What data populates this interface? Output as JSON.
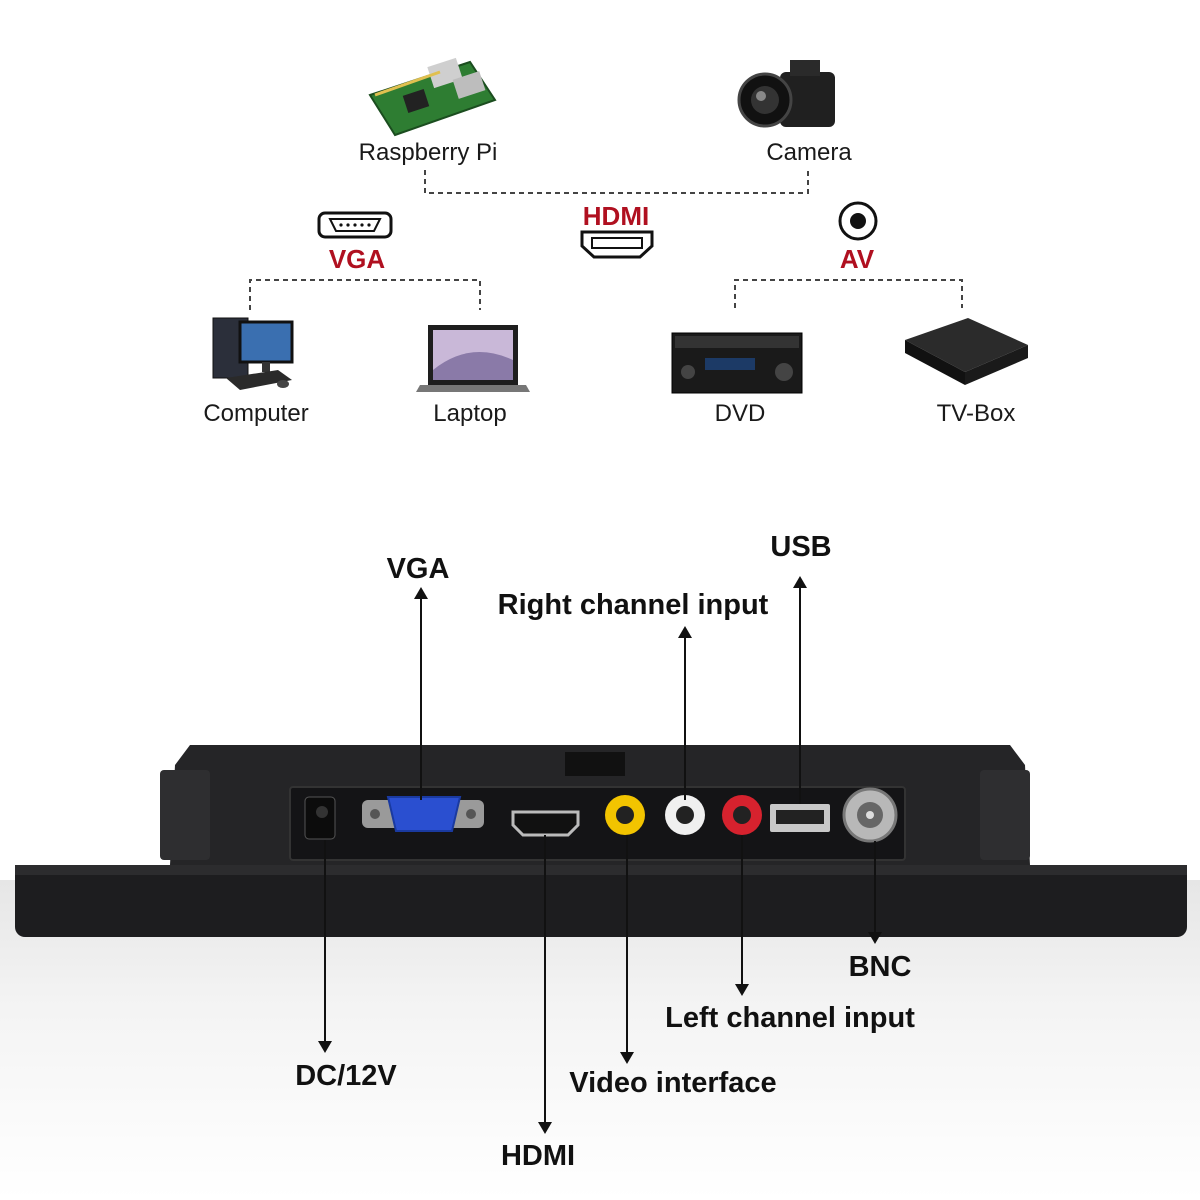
{
  "top": {
    "hdmi_sources": [
      "Raspberry Pi",
      "Camera"
    ],
    "hdmi_label": "HDMI",
    "vga_label": "VGA",
    "av_label": "AV",
    "vga_devices": [
      "Computer",
      "Laptop"
    ],
    "av_devices": [
      "DVD",
      "TV-Box"
    ]
  },
  "ports": {
    "vga": "VGA",
    "usb": "USB",
    "right_channel": "Right channel input",
    "bnc": "BNC",
    "left_channel": "Left channel input",
    "dc": "DC/12V",
    "video": "Video interface",
    "hdmi": "HDMI"
  },
  "colors": {
    "accent_red": "#b01020",
    "vga_port_blue": "#2a4fd0",
    "rca_yellow": "#f2c400",
    "rca_red": "#d6222e",
    "monitor_body": "#1d1d1f"
  }
}
